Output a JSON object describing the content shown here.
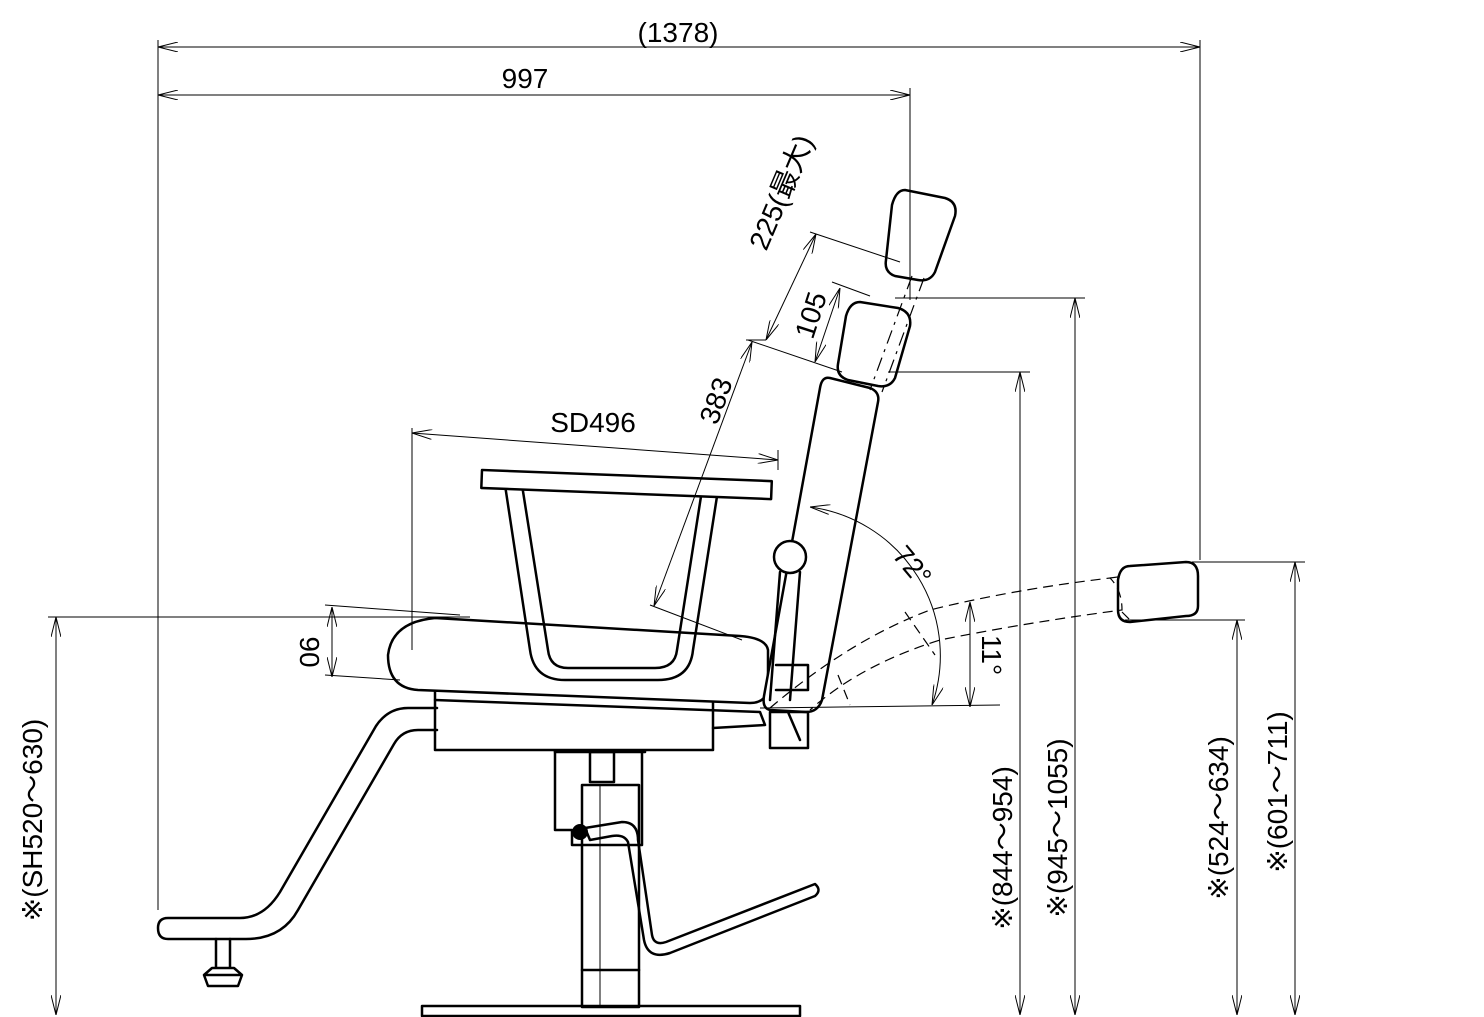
{
  "dimensions": {
    "overall_length": "(1378)",
    "length": "997",
    "headrest_travel_max": "225(最大)",
    "headrest_height": "105",
    "backrest_length": "383",
    "seat_depth": "SD496",
    "seat_thickness": "90",
    "recline_angle": "72°",
    "seat_angle": "11°",
    "seat_height": "※(SH520～630)",
    "backrest_height": "※(844～954)",
    "headrest_top_height": "※(945～1055)",
    "reclined_low_height": "※(524～634)",
    "reclined_high_height": "※(601～711)"
  },
  "colors": {
    "line": "#000000",
    "background": "#ffffff"
  }
}
